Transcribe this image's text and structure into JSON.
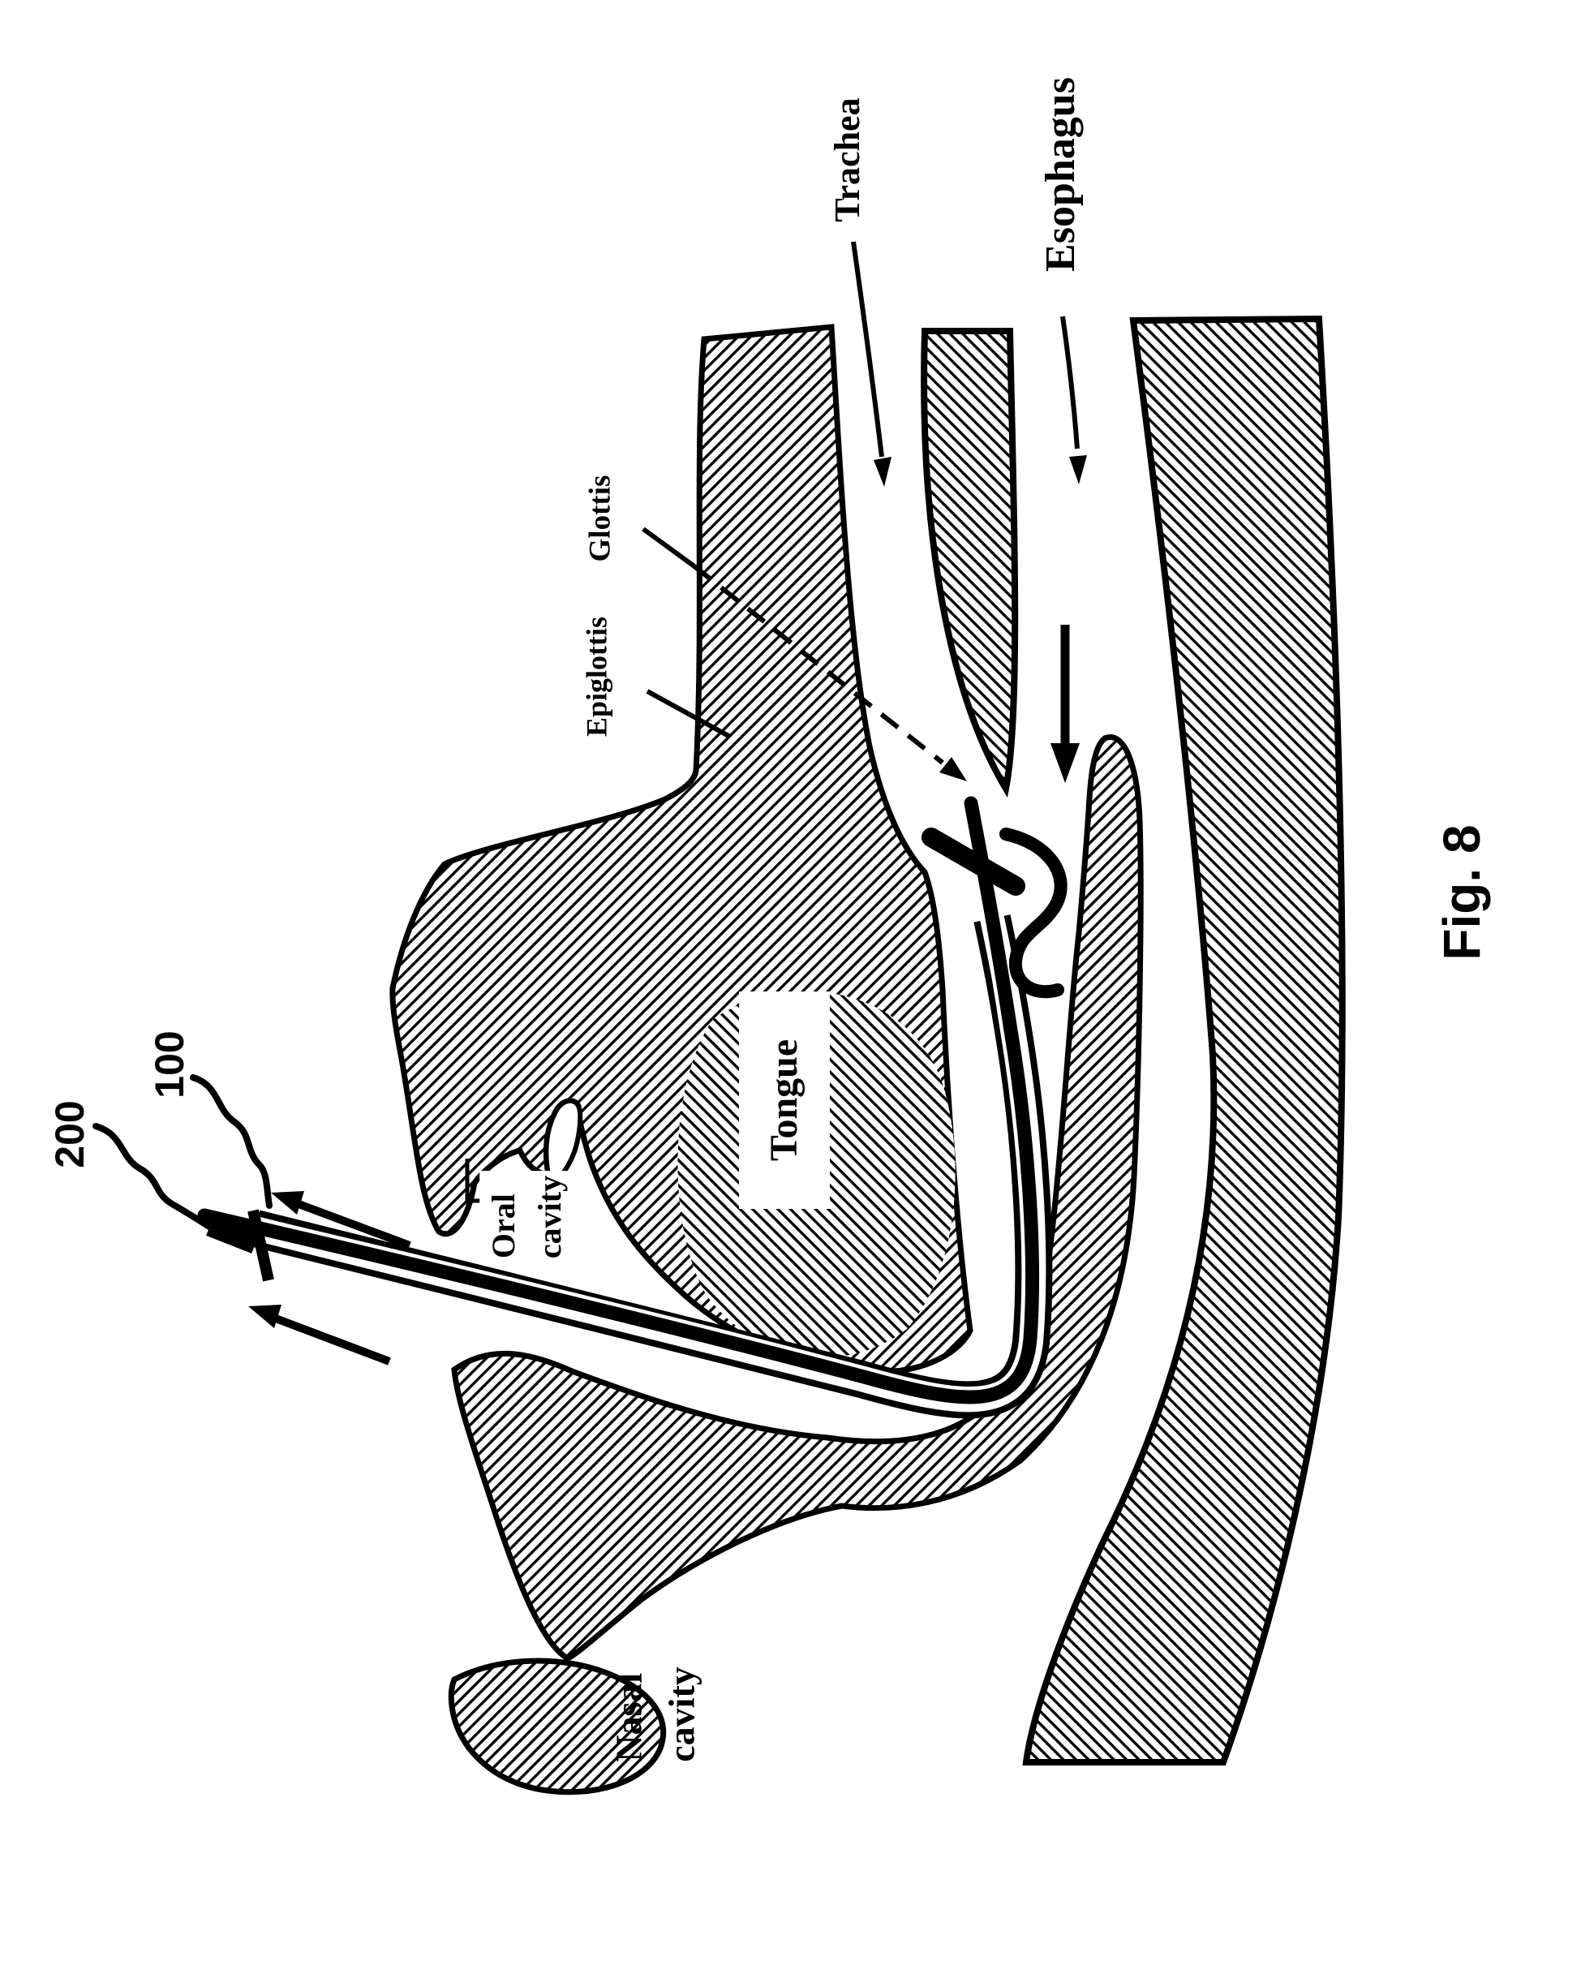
{
  "figure": {
    "caption": "Fig. 8",
    "type": "patent-anatomy-diagram",
    "orientation": "rotated-90-ccw"
  },
  "colors": {
    "ink": "#000000",
    "paper": "#ffffff"
  },
  "anatomy_labels": {
    "trachea": "Trachea",
    "esophagus": "Esophagus",
    "glottis": "Glottis",
    "epiglottis": "Epiglottis",
    "tongue": "Tongue",
    "oral_cavity": "Oral\ncavity",
    "nasal_cavity": "Nasal\ncavity"
  },
  "reference_numerals": {
    "outer_tube": "200",
    "inner_tube": "100"
  }
}
